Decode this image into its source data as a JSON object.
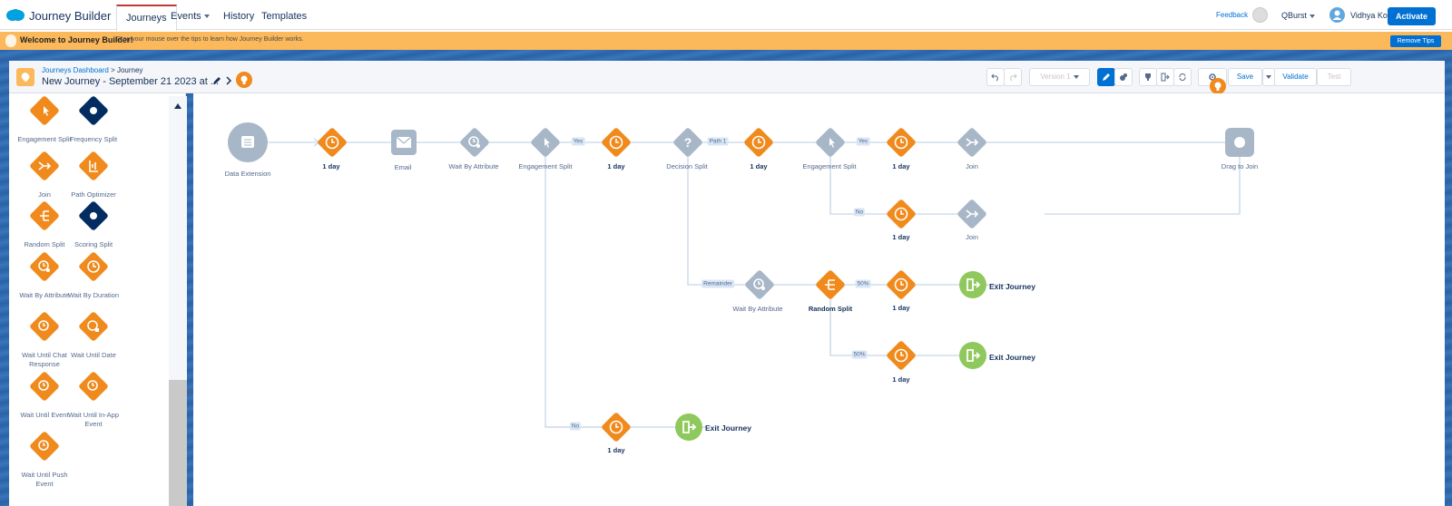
{
  "nav": {
    "brand": "Journey Builder",
    "tabs": [
      "Journeys",
      "Events",
      "History",
      "Templates"
    ],
    "feedback": "Feedback",
    "org": "QBurst",
    "user": "Vidhya Kondayil"
  },
  "tips": {
    "strong": "Welcome to Journey Builder!",
    "text": "Drag your mouse over the tips to learn how Journey Builder works.",
    "remove": "Remove Tips"
  },
  "header": {
    "breadcrumb_link": "Journeys Dashboard",
    "breadcrumb_sep": ">",
    "breadcrumb_current": "Journey",
    "title": "New Journey - September 21 2023 at ...",
    "version": "Version 1",
    "save": "Save",
    "validate": "Validate",
    "test": "Test",
    "activate": "Activate"
  },
  "palette": {
    "items": [
      {
        "label": "Engagement Split",
        "style": "orange"
      },
      {
        "label": "Frequency Split",
        "style": "navy"
      },
      {
        "label": "Join",
        "style": "orange"
      },
      {
        "label": "Path Optimizer",
        "style": "orange"
      },
      {
        "label": "Random Split",
        "style": "orange"
      },
      {
        "label": "Scoring Split",
        "style": "navy"
      },
      {
        "label": "Wait By Attribute",
        "style": "orange"
      },
      {
        "label": "Wait By Duration",
        "style": "orange"
      },
      {
        "label": "Wait Until Chat Response",
        "style": "orange"
      },
      {
        "label": "Wait Until Date",
        "style": "orange"
      },
      {
        "label": "Wait Until Event",
        "style": "orange"
      },
      {
        "label": "Wait Until In-App Event",
        "style": "orange"
      },
      {
        "label": "Wait Until Push Event",
        "style": "orange"
      }
    ]
  },
  "canvas": {
    "labels": {
      "data_extension": "Data Extension",
      "email": "Email",
      "wait_by_attribute": "Wait By Attribute",
      "engagement_split": "Engagement Split",
      "decision_split": "Decision Split",
      "join": "Join",
      "drag_to_join": "Drag to Join",
      "random_split": "Random Split",
      "one_day": "1 day",
      "exit_journey": "Exit Journey"
    },
    "pills": {
      "yes": "Yes",
      "no": "No",
      "path1": "Path 1",
      "remainder": "Remainder",
      "fifty": "50%"
    }
  },
  "colors": {
    "orange": "#f08a1c",
    "navy": "#032d60",
    "grey": "#a8b7c7",
    "green": "#8fc95d",
    "blue": "#0070d2"
  }
}
